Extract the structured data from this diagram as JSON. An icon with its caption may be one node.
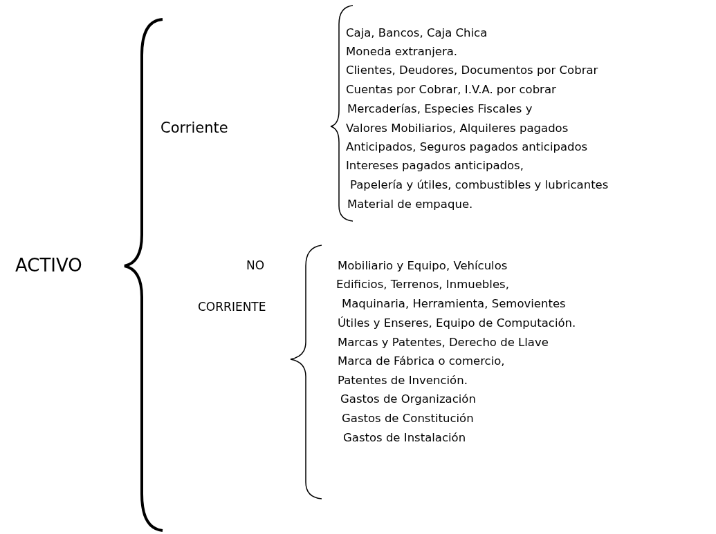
{
  "diagram": {
    "labels": [
      "ACTIVO",
      "Corriente",
      "Caja, Bancos, Caja Chica",
      "Moneda extranjera.",
      "Clientes, Deudores, Documentos por Cobrar",
      "Cuentas por Cobrar, I.V.A. por cobrar",
      "Mercaderías, Especies Fiscales y",
      "Valores Mobiliarios, Alquileres pagados",
      "Anticipados, Seguros pagados anticipados",
      "Intereses pagados anticipados,",
      "Papelería y útiles, combustibles y lubricantes",
      "Material de empaque.",
      "NO",
      "Mobiliario y Equipo, Vehículos",
      "Edificios, Terrenos, Inmuebles,",
      "Maquinaria, Herramienta, Semovientes",
      "Útiles y Enseres, Equipo de Computación.",
      "Marcas y Patentes, Derecho de Llave",
      "CORRIENTE",
      "Marca de Fábrica o comercio,",
      "Patentes de Invención.",
      "Gastos de Organización",
      "Gastos de Constitución",
      "Gastos de Instalación"
    ]
  }
}
